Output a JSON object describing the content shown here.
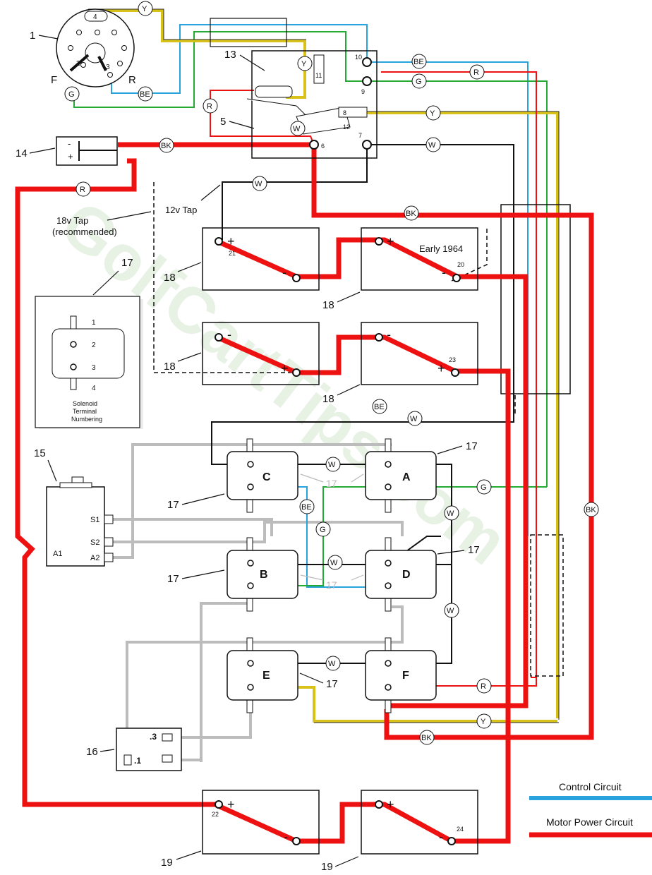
{
  "watermark": "GolfCartTips.com",
  "callouts": {
    "c1": "1",
    "c5": "5",
    "c13": "13",
    "c14": "14",
    "c15": "15",
    "c16": "16",
    "c17": "17",
    "c18": "18",
    "c19": "19"
  },
  "switch_labels": {
    "f": "F",
    "r": "R",
    "p4": "4",
    "p2": "2",
    "p3": "3"
  },
  "terminals": {
    "t10": "10",
    "t9": "9",
    "t11": "11",
    "t8": "8",
    "t12": "12",
    "t6": "6",
    "t7": "7",
    "t20": "20",
    "t21": "21",
    "t22": "22",
    "t23": "23",
    "t24": "24"
  },
  "wire_tags": {
    "Y": "Y",
    "BE": "BE",
    "G": "G",
    "R": "R",
    "W": "W",
    "BK": "BK"
  },
  "notes": {
    "tap18_line1": "18v Tap",
    "tap18_line2": "(recommended)",
    "tap12": "12v Tap",
    "early1964": "Early 1964"
  },
  "battery_signs": {
    "plus": "+",
    "minus": "-"
  },
  "fuse_signs": {
    "minus": "-",
    "plus": "+"
  },
  "solenoids": [
    "A",
    "B",
    "C",
    "D",
    "E",
    "F"
  ],
  "motor_terminals": {
    "s1": "S1",
    "s2": "S2",
    "a2": "A2",
    "a1": "A1"
  },
  "limit_switch": {
    "p3": ".3",
    "p1": ".1"
  },
  "inset": {
    "title_line1": "Solenoid",
    "title_line2": "Terminal",
    "title_line3": "Numbering",
    "n1": "1",
    "n2": "2",
    "n3": "3",
    "n4": "4"
  },
  "legend": [
    {
      "label": "Control Circuit",
      "color": "#29a3dd"
    },
    {
      "label": "Motor Power Circuit",
      "color": "#ee1111"
    }
  ],
  "colors": {
    "red": "#ee1111",
    "blue": "#29a3dd",
    "green": "#22aa33",
    "yellow": "#d8c21a",
    "gray": "#bcbcbc",
    "black": "#111111"
  }
}
